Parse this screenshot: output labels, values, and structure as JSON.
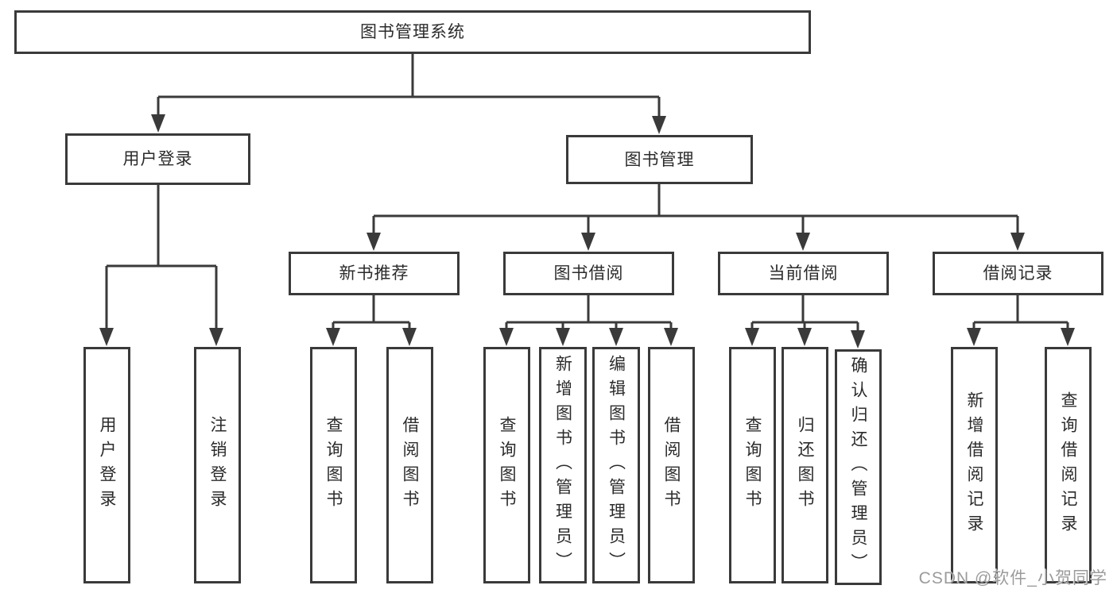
{
  "colors": {
    "line": "#3a3a3a",
    "box_border": "#3a3a3a",
    "text": "#2b2b2b",
    "background": "#ffffff",
    "watermark": "#9b9b9b"
  },
  "watermark": {
    "text": "CSDN @软件_小贺同学"
  },
  "tree": {
    "label": "图书管理系统",
    "children": [
      {
        "label": "用户登录",
        "children": [
          {
            "label": "用户登录"
          },
          {
            "label": "注销登录"
          }
        ]
      },
      {
        "label": "图书管理",
        "children": [
          {
            "label": "新书推荐",
            "children": [
              {
                "label": "查询图书"
              },
              {
                "label": "借阅图书"
              }
            ]
          },
          {
            "label": "图书借阅",
            "children": [
              {
                "label": "查询图书"
              },
              {
                "label": "新增图书（管理员）"
              },
              {
                "label": "编辑图书（管理员）"
              },
              {
                "label": "借阅图书"
              }
            ]
          },
          {
            "label": "当前借阅",
            "children": [
              {
                "label": "查询图书"
              },
              {
                "label": "归还图书"
              },
              {
                "label": "确认归还（管理员）"
              }
            ]
          },
          {
            "label": "借阅记录",
            "children": [
              {
                "label": "新增借阅记录"
              },
              {
                "label": "查询借阅记录"
              }
            ]
          }
        ]
      }
    ]
  }
}
